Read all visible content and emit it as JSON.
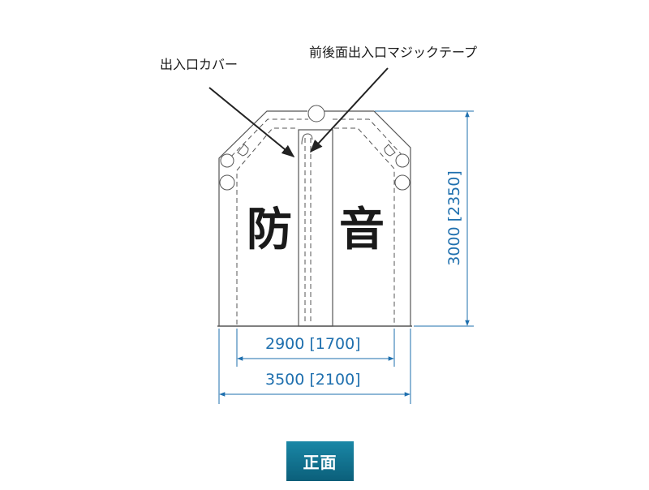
{
  "labels": {
    "entrance_cover": "出入口カバー",
    "velcro_tape": "前後面出入口マジックテープ",
    "char_left": "防",
    "char_right": "音",
    "badge": "正面"
  },
  "dimensions": {
    "inner_width": "2900 [1700]",
    "outer_width": "3500 [2100]",
    "height": "3000 [2350]"
  },
  "colors": {
    "outline": "#555555",
    "dimension": "#1e6fae",
    "badge_top": "#1a87a6",
    "badge_bottom": "#0b5f7a"
  }
}
